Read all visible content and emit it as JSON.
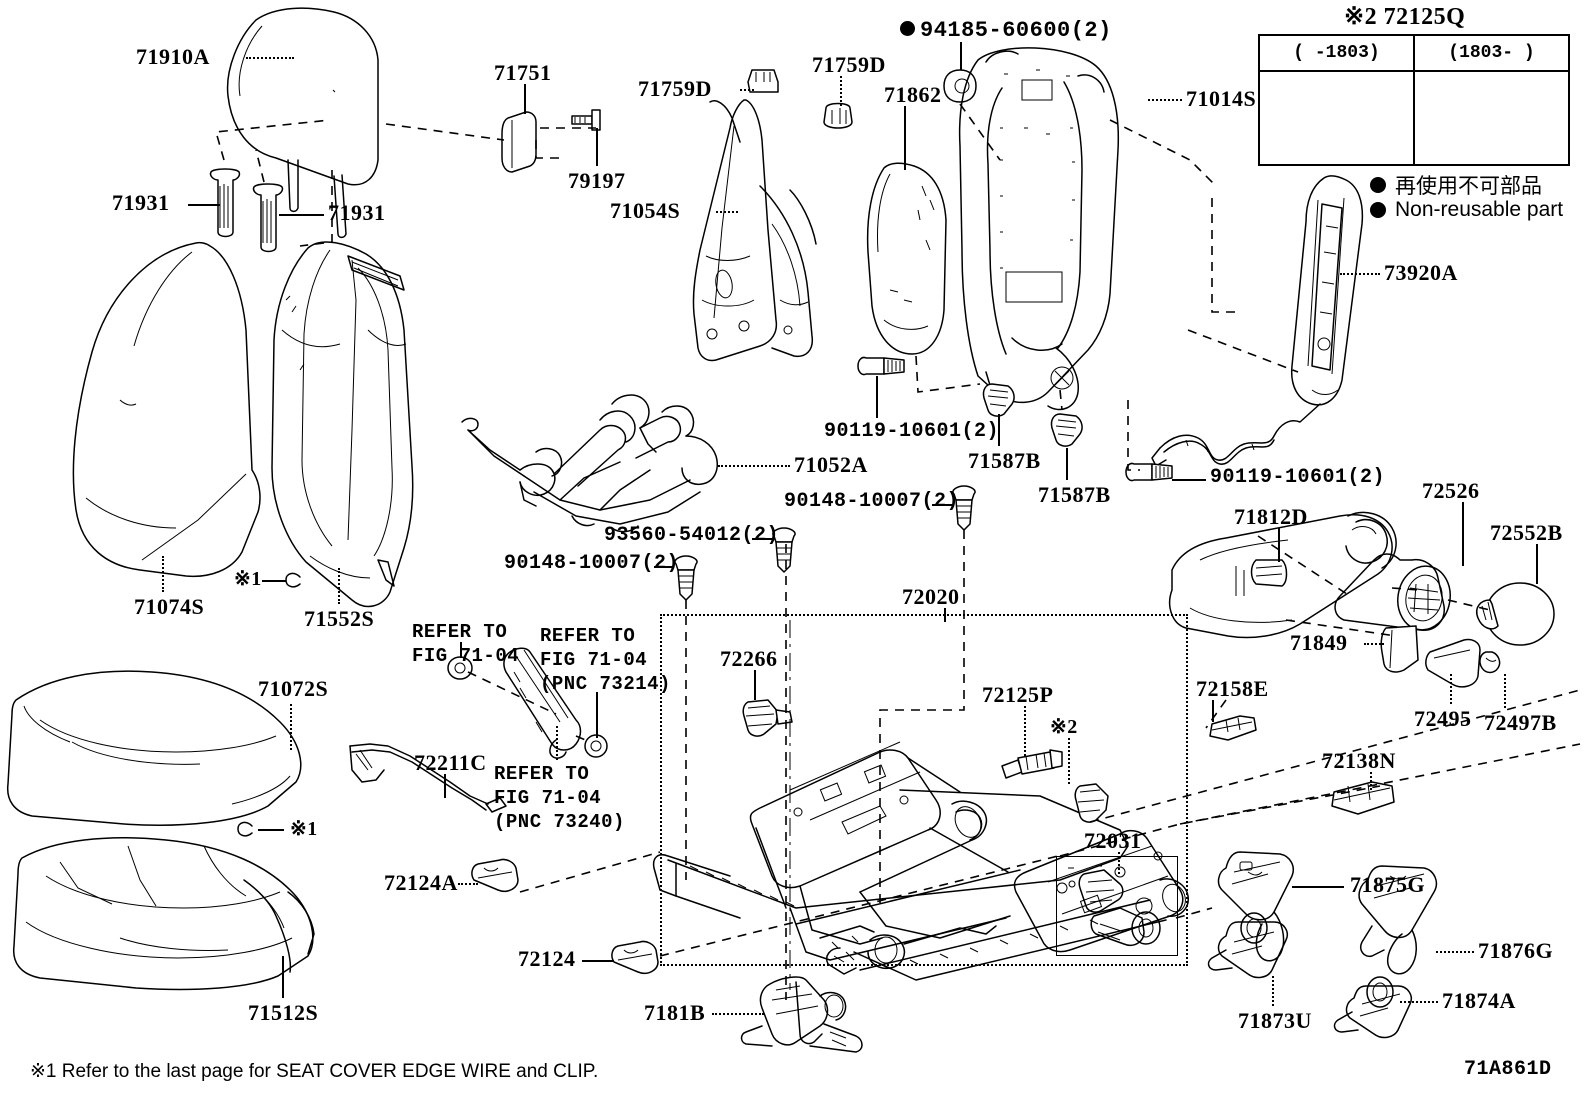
{
  "diagram": {
    "id_code": "71A861D",
    "footnote1": "※1 Refer to the last page for SEAT COVER EDGE WIRE and CLIP.",
    "inset_title": "※2 72125Q",
    "inset_columns": [
      "(    -1803)",
      "(1803-      )"
    ],
    "legend": [
      {
        "mark": "●",
        "text": "再使用不可部品"
      },
      {
        "mark": "●",
        "text": "Non-reusable part"
      }
    ]
  },
  "parts": {
    "headrest": "71910A",
    "headrest_guide_left": "71931",
    "headrest_guide_right": "71931",
    "seatback_pad": "71074S",
    "seatback_cover": "71552S",
    "cushion_pad": "71072S",
    "cushion_cover": "71512S",
    "hinge_cover": "71751",
    "screw_79197": "79197",
    "clip_71759D_a": "71759D",
    "clip_71759D_b": "71759D",
    "recliner_adjuster": "71054S",
    "back_board": "71862",
    "nut_94185": "94185-60600(2)",
    "seatback_frame": "71014S",
    "side_airbag": "73920A",
    "wire_spring": "71052A",
    "bolt_90119_left": "90119-10601(2)",
    "clip_71587B_a": "71587B",
    "clip_71587B_b": "71587B",
    "bolt_90119_right": "90119-10601(2)",
    "armrest_assy": "71812D",
    "armrest_hinge": "72526",
    "armrest_cap": "72552B",
    "armrest_pad": "71849",
    "cover_72495": "72495",
    "cover_72497B": "72497B",
    "cover_72158E": "72158E",
    "cover_72138N": "72138N",
    "bolt_93560": "93560-54012(2)",
    "bolt_90148_upper": "90148-10007(2)",
    "bolt_90148_lower": "90148-10007(2)",
    "seat_track_assy": "72020",
    "track_part_72266": "72266",
    "track_part_72125P": "72125P",
    "mark2": "※2",
    "track_part_72031": "72031",
    "wire_72211C": "72211C",
    "clip_72124A": "72124A",
    "clip_72124": "72124",
    "bracket_7181B": "7181B",
    "cover_71875G": "71875G",
    "cover_71876G": "71876G",
    "cover_71873U": "71873U",
    "cover_71874A": "71874A",
    "refer_1": "REFER TO\nFIG 71-04",
    "refer_2": "REFER TO\nFIG 71-04\n(PNC 73214)",
    "refer_3": "REFER TO\nFIG 71-04\n(PNC 73240)",
    "edge_wire_mark_a": "※1",
    "edge_wire_mark_b": "※1",
    "edge_wire_clip_a": "C",
    "edge_wire_clip_b": "C"
  }
}
